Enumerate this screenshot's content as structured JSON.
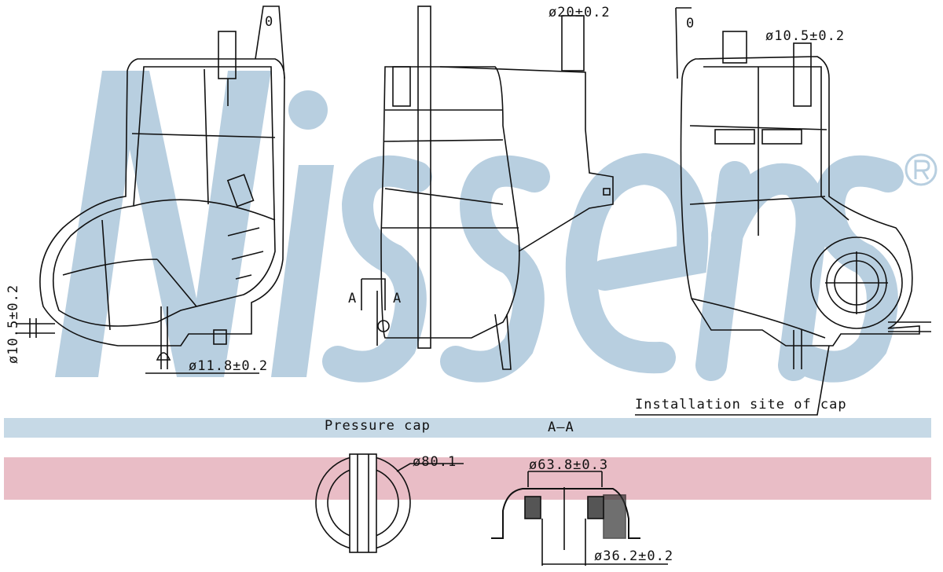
{
  "watermark": {
    "brand": "Nissens",
    "registered_mark": "®",
    "color": "#b8cfe0"
  },
  "bands": {
    "blue": "#c6d9e6",
    "pink": "#e9bdc6"
  },
  "views": {
    "left": {
      "dim_pipe": "ø10.5±0.2",
      "dim_outlet": "ø11.8±0.2",
      "marker": "0"
    },
    "center": {
      "dim_top": "ø20±0.2",
      "section_a_left": "A",
      "section_a_right": "A"
    },
    "right": {
      "dim_top": "ø10.5±0.2",
      "marker": "0",
      "callout": "Installation site of cap"
    }
  },
  "captions": {
    "pressure_cap": "Pressure cap",
    "section": "A–A"
  },
  "cap": {
    "dim_outer": "ø80.1"
  },
  "section_aa": {
    "dim_outer": "ø63.8±0.3",
    "dim_inner": "ø36.2±0.2"
  }
}
